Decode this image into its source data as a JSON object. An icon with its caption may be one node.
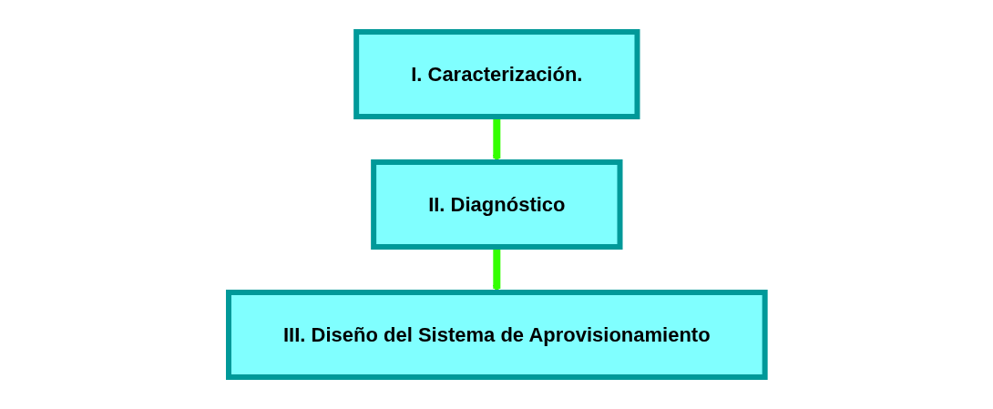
{
  "diagram": {
    "nodes": [
      {
        "text": [
          "I. Caracterización."
        ]
      },
      {
        "text": [
          "II. Diagnóstico"
        ]
      },
      {
        "text": [
          "III. Diseño del Sistema de Aprovisionamiento"
        ]
      }
    ],
    "edges": [
      {
        "from": 0,
        "to": 1,
        "arrow": "to"
      },
      {
        "from": 1,
        "to": 2,
        "arrow": "to"
      }
    ]
  }
}
